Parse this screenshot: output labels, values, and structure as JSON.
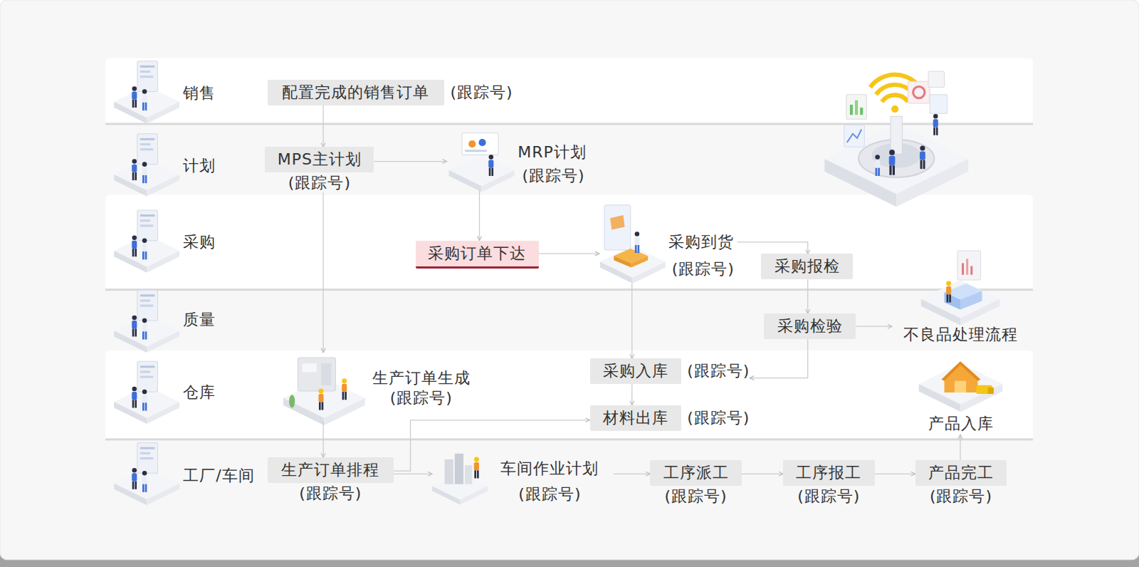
{
  "diagram": {
    "nodes": [
      {
        "text": [
          "销售"
        ]
      },
      {
        "text": [
          "配置完成的销售订单",
          "(跟踪号)"
        ],
        "in": 0
      },
      {
        "text": [
          "计划"
        ]
      },
      {
        "text": [
          "MPS主计划",
          "(跟踪号)"
        ],
        "in": 2
      },
      {
        "text": [
          "MRP计划",
          "(跟踪号)"
        ],
        "in": 2
      },
      {
        "text": [
          "采购"
        ]
      },
      {
        "text": [
          "采购订单下达"
        ],
        "in": 5
      },
      {
        "text": [
          "采购到货",
          "(跟踪号)"
        ],
        "in": 5
      },
      {
        "text": [
          "采购报检"
        ],
        "in": 5
      },
      {
        "text": [
          "质量"
        ]
      },
      {
        "text": [
          "采购检验"
        ],
        "in": 9
      },
      {
        "text": [
          "不良品处理流程"
        ],
        "in": 9
      },
      {
        "text": [
          "仓库"
        ]
      },
      {
        "text": [
          "生产订单生成",
          "(跟踪号)"
        ],
        "in": 12
      },
      {
        "text": [
          "采购入库",
          "(跟踪号)"
        ],
        "in": 12
      },
      {
        "text": [
          "材料出库",
          "(跟踪号)"
        ],
        "in": 12
      },
      {
        "text": [
          "产品入库"
        ],
        "in": 12
      },
      {
        "text": [
          "工厂/车间"
        ]
      },
      {
        "text": [
          "生产订单排程",
          "(跟踪号)"
        ],
        "in": 17
      },
      {
        "text": [
          "车间作业计划",
          "(跟踪号)"
        ],
        "in": 17
      },
      {
        "text": [
          "工序派工",
          "(跟踪号)"
        ],
        "in": 17
      },
      {
        "text": [
          "工序报工",
          "(跟踪号)"
        ],
        "in": 17
      },
      {
        "text": [
          "产品完工",
          "(跟踪号)"
        ],
        "in": 17
      }
    ],
    "edges": [
      {
        "from": 1,
        "to": 3,
        "arrow": "to"
      },
      {
        "from": 3,
        "to": 4,
        "arrow": "to"
      },
      {
        "from": 3,
        "to": 13,
        "arrow": "to"
      },
      {
        "from": 4,
        "to": 6,
        "arrow": "to"
      },
      {
        "from": 6,
        "to": 7,
        "arrow": "to"
      },
      {
        "from": 7,
        "to": 8,
        "arrow": "to"
      },
      {
        "from": 8,
        "to": 10,
        "arrow": "to"
      },
      {
        "from": 10,
        "to": 11,
        "arrow": "to"
      },
      {
        "from": 10,
        "to": 14,
        "arrow": "to"
      },
      {
        "from": 7,
        "to": 14,
        "arrow": "to"
      },
      {
        "from": 14,
        "to": 15,
        "arrow": "to"
      },
      {
        "from": 13,
        "to": 18,
        "arrow": "to"
      },
      {
        "from": 18,
        "to": 19,
        "arrow": "to"
      },
      {
        "from": 18,
        "to": 15,
        "arrow": "to"
      },
      {
        "from": 19,
        "to": 20,
        "arrow": "to"
      },
      {
        "from": 20,
        "to": 21,
        "arrow": "to"
      },
      {
        "from": 21,
        "to": 22,
        "arrow": "to"
      },
      {
        "from": 22,
        "to": 16,
        "arrow": "to"
      }
    ]
  }
}
